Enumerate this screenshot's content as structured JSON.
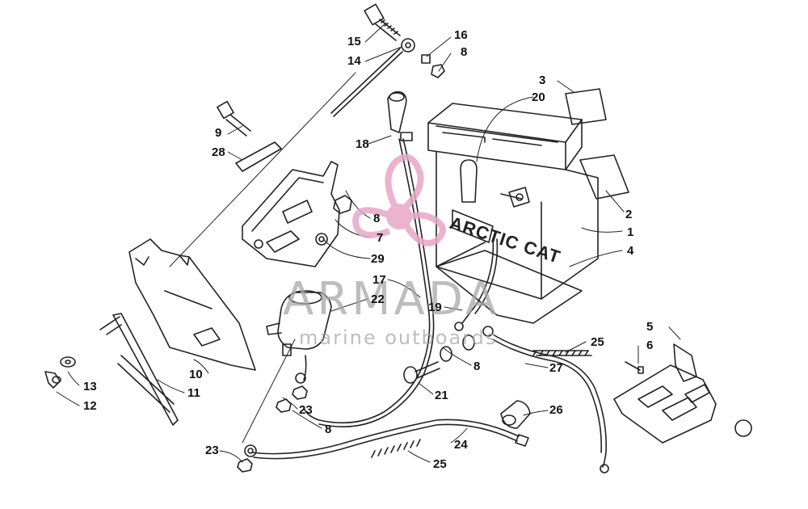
{
  "watermark": {
    "title": "ARMADA",
    "subtitle": "marine outboards",
    "logo_color": "#e8a6c8"
  },
  "battery": {
    "brand_text": "ARCTIC CAT"
  },
  "callouts": [
    "1",
    "2",
    "3",
    "4",
    "5",
    "6",
    "7",
    "8",
    "9",
    "10",
    "11",
    "12",
    "13",
    "14",
    "15",
    "16",
    "17",
    "18",
    "19",
    "20",
    "21",
    "22",
    "23",
    "24",
    "25",
    "26",
    "27",
    "28",
    "29"
  ],
  "labels": {
    "l15": "15",
    "l14": "14",
    "l16": "16",
    "l8a": "8",
    "l3": "3",
    "l20": "20",
    "l9": "9",
    "l28": "28",
    "l18": "18",
    "l8b": "8",
    "l7": "7",
    "l29": "29",
    "l2": "2",
    "l1": "1",
    "l4": "4",
    "l17": "17",
    "l22": "22",
    "l19": "19",
    "l5": "5",
    "l6": "6",
    "l25a": "25",
    "l8c": "8",
    "l27": "27",
    "l21": "21",
    "l10": "10",
    "l11": "11",
    "l13": "13",
    "l12": "12",
    "l23a": "23",
    "l8d": "8",
    "l26": "26",
    "l23b": "23",
    "l24": "24",
    "l25b": "25"
  }
}
